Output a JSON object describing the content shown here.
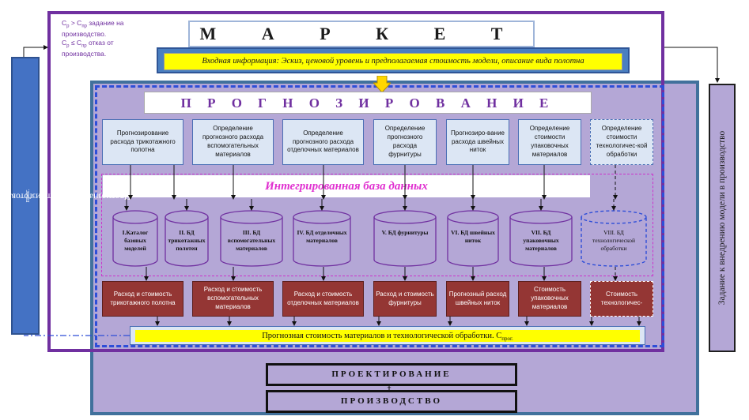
{
  "note": {
    "line1_pre": "C",
    "line1_sub1": "p",
    "line1_mid": " > C",
    "line1_sub2": "пр",
    "line1_post": " задание на производство.",
    "line2_pre": "C",
    "line2_sub1": "p",
    "line2_mid": " ≤ C",
    "line2_sub2": "пр",
    "line2_post": " отказ от производства."
  },
  "marketing": {
    "title": "М А Р К Е Т И Н Г",
    "input_info": "Входная информация: Эскиз, ценовой уровень и предполагаемая  стоимость модели,  описание вида полотна"
  },
  "left_bar": {
    "text": "Прогнозная стоимость изготовления новой модели - C",
    "sub": "прог."
  },
  "right_bar": {
    "text": "Задание к внедрению модели в производство"
  },
  "forecasting": {
    "title": "П Р О Г Н О З И Р О В А Н И Е",
    "top_boxes": [
      "Прогнозирование расхода трикотажного полотна",
      "Определение прогнозного расхода вспомогательных материалов",
      "Определение прогнозного расхода отделочных материалов",
      "Определение прогнозного расхода фурнитуры",
      "Прогнозиро-вание расхода швейных ниток",
      "Определение стоимости упаковочных материалов",
      "Определение стоимости технологичес-кой обработки"
    ],
    "database_label": "Интегрированная база данных",
    "databases": [
      "I.Каталог базовых моделей",
      "II. БД трикотажных полотен",
      "III. БД вспомогательных материалов",
      "IV. БД отделочных материалов",
      "V. БД фурнитуры",
      "VI. БД швейных ниток",
      "VII. БД упаковочных материалов",
      "VIII. БД технологической обработки"
    ],
    "results": [
      "Расход и стоимость трикотажного полотна",
      "Расход и стоимость вспомогательных материалов",
      "Расход и стоимость отделочных материалов",
      "Расход и стоимость фурнитуры",
      "Прогнозный расход швейных ниток",
      "Стоимость упаковочных материалов",
      "Стоимость технологичес-"
    ],
    "summary": "Прогнозная стоимость материалов и технологической обработки. C",
    "summary_sub": "прог."
  },
  "stages": {
    "design": "ПРОЕКТИРОВАНИЕ",
    "production": "ПРОИЗВОДСТВО"
  },
  "colors": {
    "purple_frame": "#7030a0",
    "blue_frame": "#41719c",
    "panel_fill": "#b4a7d6",
    "result_fill": "#943634",
    "highlight": "#ffff00"
  }
}
